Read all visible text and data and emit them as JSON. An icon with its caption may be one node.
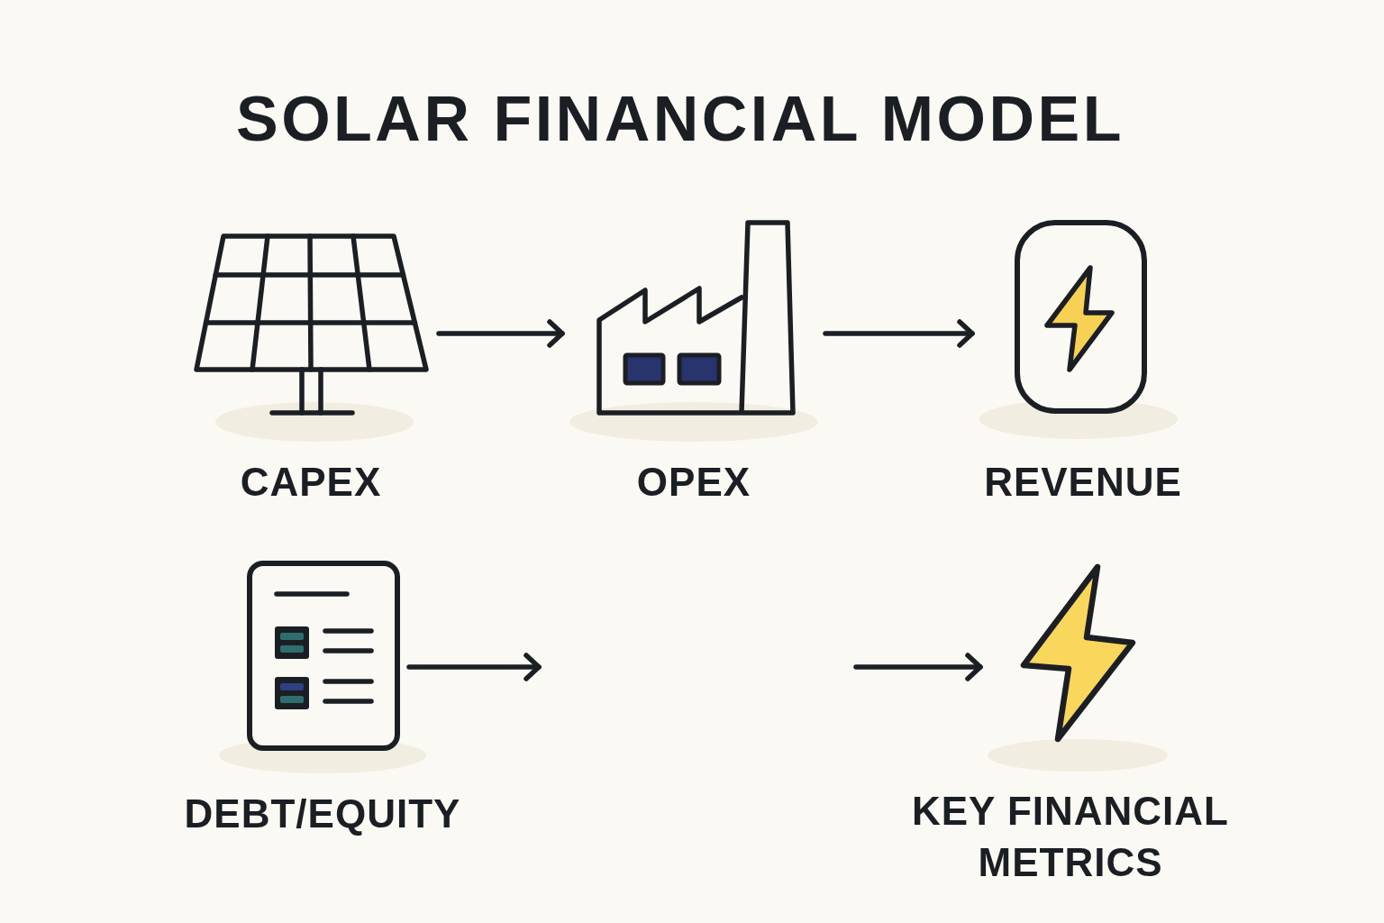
{
  "diagram": {
    "title": "SOLAR FINANCIAL MODEL",
    "nodes": [
      {
        "text": [
          "CAPEX"
        ]
      },
      {
        "text": [
          "OPEX"
        ]
      },
      {
        "text": [
          "REVENUE"
        ]
      },
      {
        "text": [
          "DEBT/EQUITY"
        ]
      },
      {
        "text": [
          "KEY FINANCIAL METRICS"
        ]
      }
    ],
    "edges": [
      {
        "from": 0,
        "to": 1,
        "arrow": "to"
      },
      {
        "from": 1,
        "to": 2,
        "arrow": "to"
      },
      {
        "from": 3,
        "to": null,
        "arrow": "to"
      },
      {
        "from": null,
        "to": 4,
        "arrow": "to"
      }
    ]
  }
}
